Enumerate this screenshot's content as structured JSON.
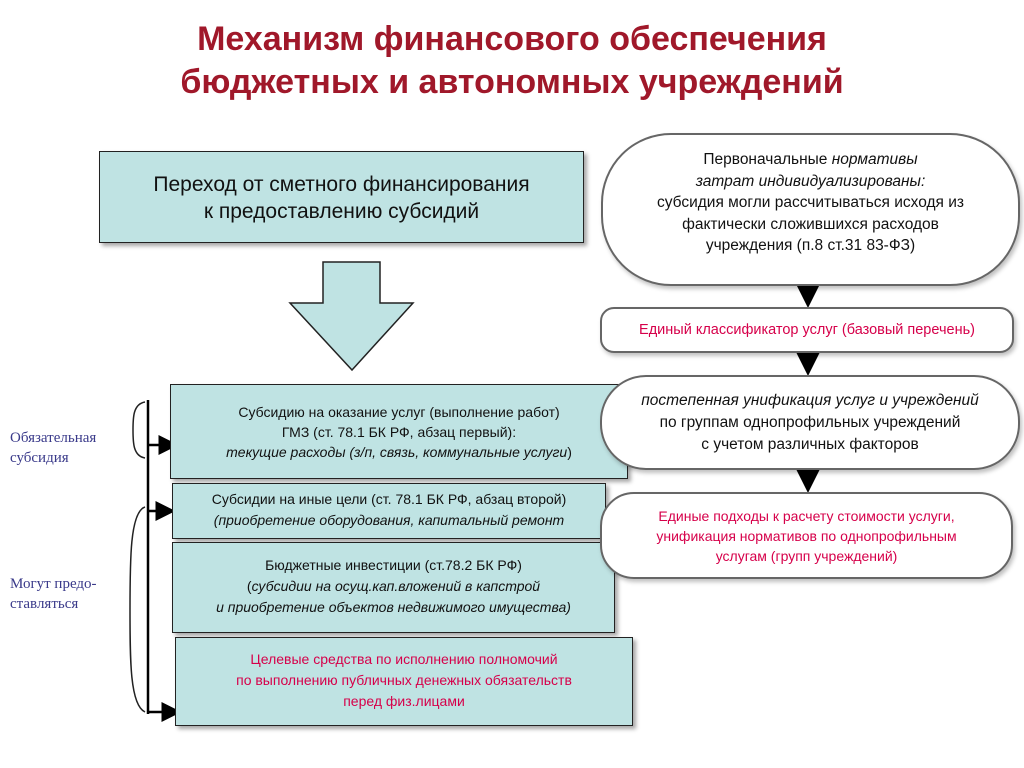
{
  "title": {
    "line1": "Механизм финансового обеспечения",
    "line2": "бюджетных и автономных учреждений"
  },
  "transition_box": {
    "line1": "Переход от сметного финансирования",
    "line2": "к предоставлению субсидий"
  },
  "side_labels": {
    "mandatory_line1": "Обязательная",
    "mandatory_line2": "субсидия",
    "optional_line1": "Могут  предо-",
    "optional_line2": "ставляться"
  },
  "boxes": {
    "gmz": {
      "line1": "Субсидию на оказание услуг (выполнение работ)",
      "line2": "ГМЗ (ст. 78.1 БК РФ, абзац первый):",
      "line3": "текущие расходы (з/п, связь, коммунальные услуги",
      "line3_close": ")"
    },
    "other_goals": {
      "line1": "Субсидии на иные цели (ст. 78.1 БК РФ, абзац второй)",
      "line2": "(приобретение оборудования, капитальный ремонт"
    },
    "investments": {
      "line1": "Бюджетные инвестиции  (ст.78.2 БК РФ)",
      "line2_open": "(",
      "line2": "субсидии на осущ.кап.вложений в капстрой",
      "line3": "и приобретение объектов недвижимого имущества)"
    },
    "targeted": {
      "line1": "Целевые средства по исполнению полномочий",
      "line2": "по выполнению публичных денежных обязательств",
      "line3": "перед физ.лицами"
    }
  },
  "pills": {
    "initial": {
      "line1_plain": "Первоначальные ",
      "line1_italic": "нормативы",
      "line2": "затрат индивидуализированы:",
      "line3": "субсидия могли рассчитываться исходя из",
      "line4": "фактически сложившихся расходов",
      "line5": "учреждения (п.8 ст.31 83-ФЗ)"
    },
    "classifier": {
      "line1": "Единый классификатор услуг (базовый перечень)"
    },
    "unification": {
      "line1": "постепенная унификация услуг и учреждений",
      "line2": "по группам однопрофильных учреждений",
      "line3": "с учетом различных факторов"
    },
    "approaches": {
      "line1": "Единые подходы к расчету стоимости услуги,",
      "line2": "унификация нормативов по однопрофильным",
      "line3": "услугам (групп учреждений)"
    }
  },
  "colors": {
    "title": "#a0182a",
    "box_fill": "#bfe3e3",
    "accent_red": "#d6004a",
    "side_text": "#3a3a8a"
  }
}
